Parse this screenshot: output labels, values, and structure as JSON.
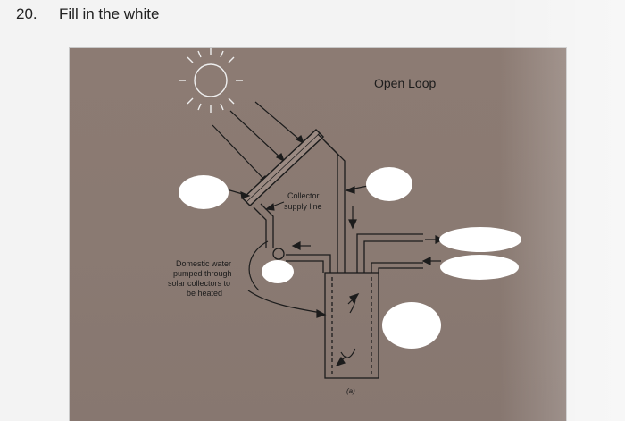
{
  "question": {
    "number": "20.",
    "prompt": "Fill in the white"
  },
  "diagram": {
    "title": "Open Loop",
    "collector_label_line1": "Collector",
    "collector_label_line2": "supply line",
    "domestic_line1": "Domestic water",
    "domestic_line2": "pumped through",
    "domestic_line3": "solar collectors to",
    "domestic_line4": "be heated",
    "figure_label": "(a)",
    "icons": [
      "sun-icon",
      "arrow-icon"
    ],
    "colors": {
      "background": "#f3f3f3",
      "photo": "#8a7a72",
      "line": "#1c1c1c",
      "blank": "#ffffff"
    }
  }
}
